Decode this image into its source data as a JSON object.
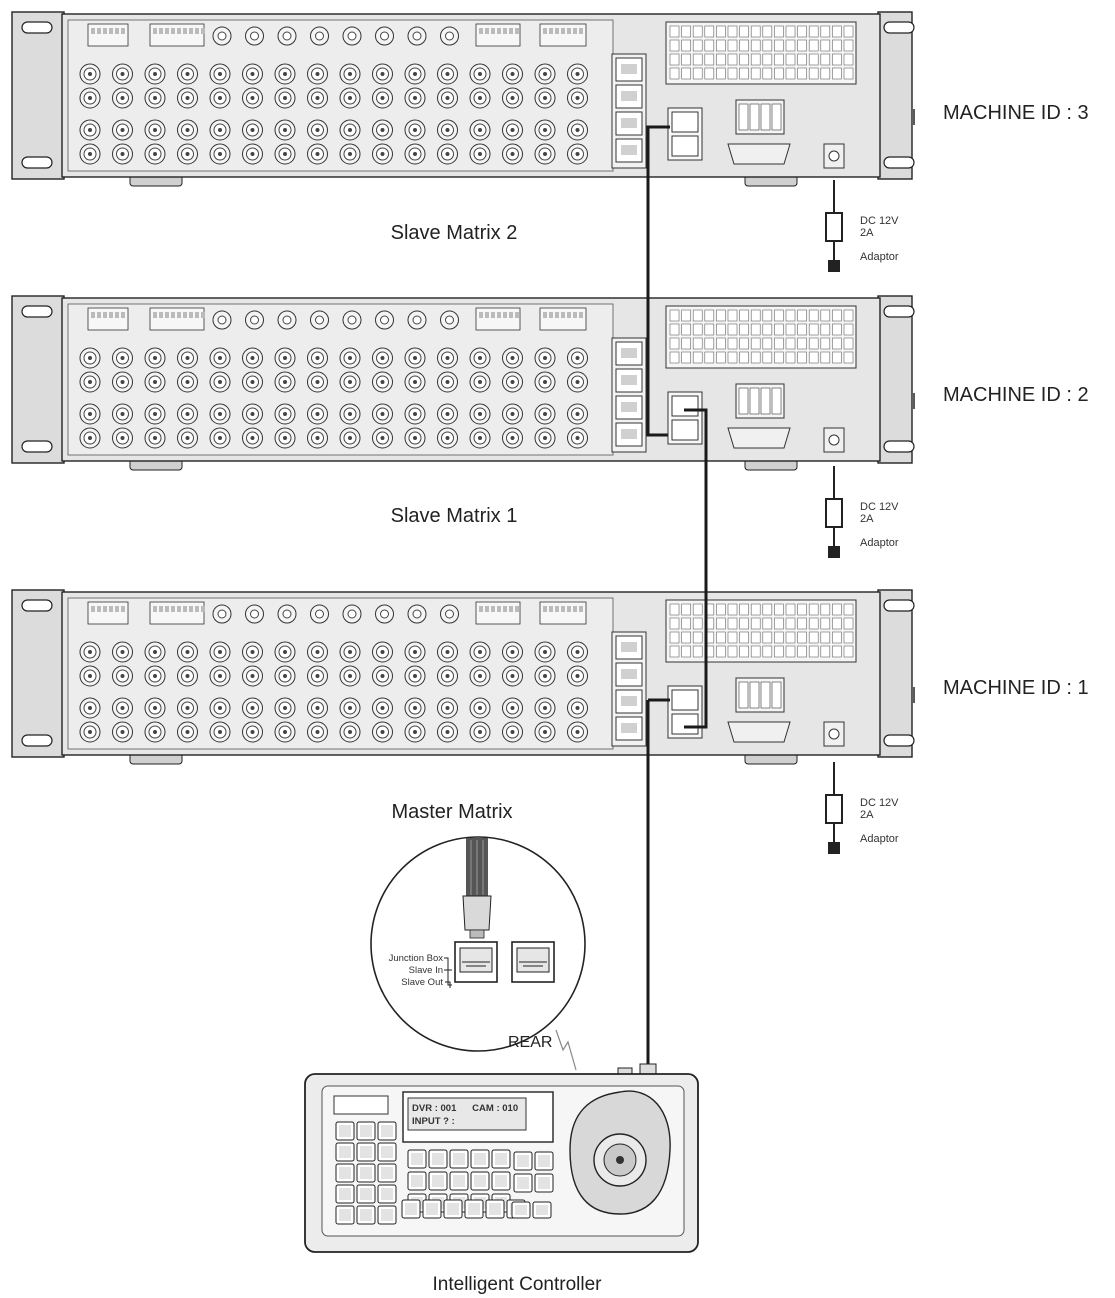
{
  "units": [
    {
      "name": "Slave Matrix 2",
      "machine_id": "MACHINE ID : 3"
    },
    {
      "name": "Slave Matrix 1",
      "machine_id": "MACHINE ID : 2"
    },
    {
      "name": "Master Matrix",
      "machine_id": "MACHINE ID : 1"
    }
  ],
  "adaptor": {
    "line1": "DC 12V",
    "line2": "2A",
    "line3": "Adaptor"
  },
  "detail": {
    "junction_box": "Junction Box",
    "slave_in": "Slave In",
    "slave_out": "Slave Out",
    "rear": "REAR"
  },
  "controller": {
    "name": "Intelligent Controller",
    "lcd_line1": "DVR : 001      CAM : 010",
    "lcd_line2": "INPUT ? :"
  },
  "colors": {
    "chassis": "#e6e6e6",
    "bnc": "#f4f4f4",
    "line": "#222222",
    "cable": "#1a1a1a"
  }
}
